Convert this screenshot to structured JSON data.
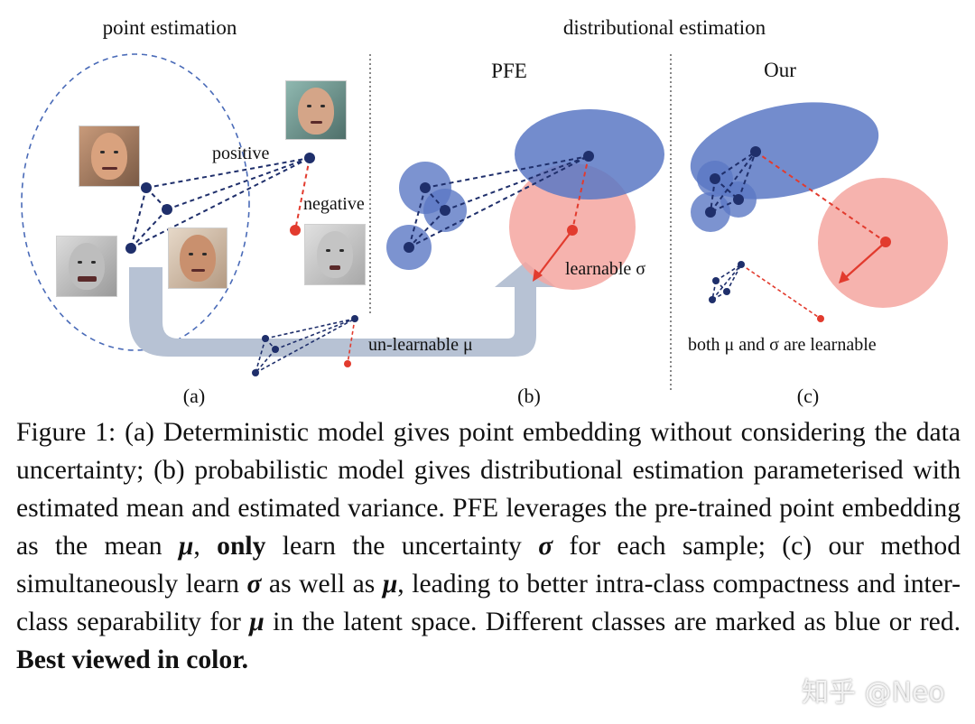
{
  "figure": {
    "panel_a": {
      "header": "point estimation",
      "label_positive": "positive",
      "label_negative": "negative",
      "caption": "(a)"
    },
    "header_bc": "distributional estimation",
    "panel_b": {
      "title": "PFE",
      "label_sigma": "learnable σ",
      "label_mu": "un-learnable μ",
      "caption": "(b)"
    },
    "panel_c": {
      "title": "Our",
      "label": "both μ and σ are learnable",
      "caption": "(c)"
    },
    "colors": {
      "blue": "#1f2f6b",
      "blue_fill": "#5b78c4",
      "red": "#e23b2e",
      "red_fill": "#f4a6a0",
      "arrow": "#b7c2d4"
    }
  },
  "caption": {
    "part1": "Figure 1: (a) Deterministic model gives point embedding without considering the data uncertainty; (b) probabilistic model gives distributional estimation parameterised with estimated mean and estimated variance. PFE leverages the pre-trained point embedding as the mean ",
    "mu1": "μ",
    "part2": ", ",
    "only": "only",
    "part3": " learn the uncertainty ",
    "sigma1": "σ",
    "part4": " for each sample; (c) our method simultaneously learn ",
    "sigma2": "σ",
    "part5": " as well as ",
    "mu2": "μ",
    "part6": ", leading to better intra-class compactness and inter-class separability for ",
    "mu3": "μ",
    "part7": " in the latent space. Different classes are marked as blue or red. ",
    "best": "Best viewed in color."
  },
  "watermark": "知乎 @Neo"
}
